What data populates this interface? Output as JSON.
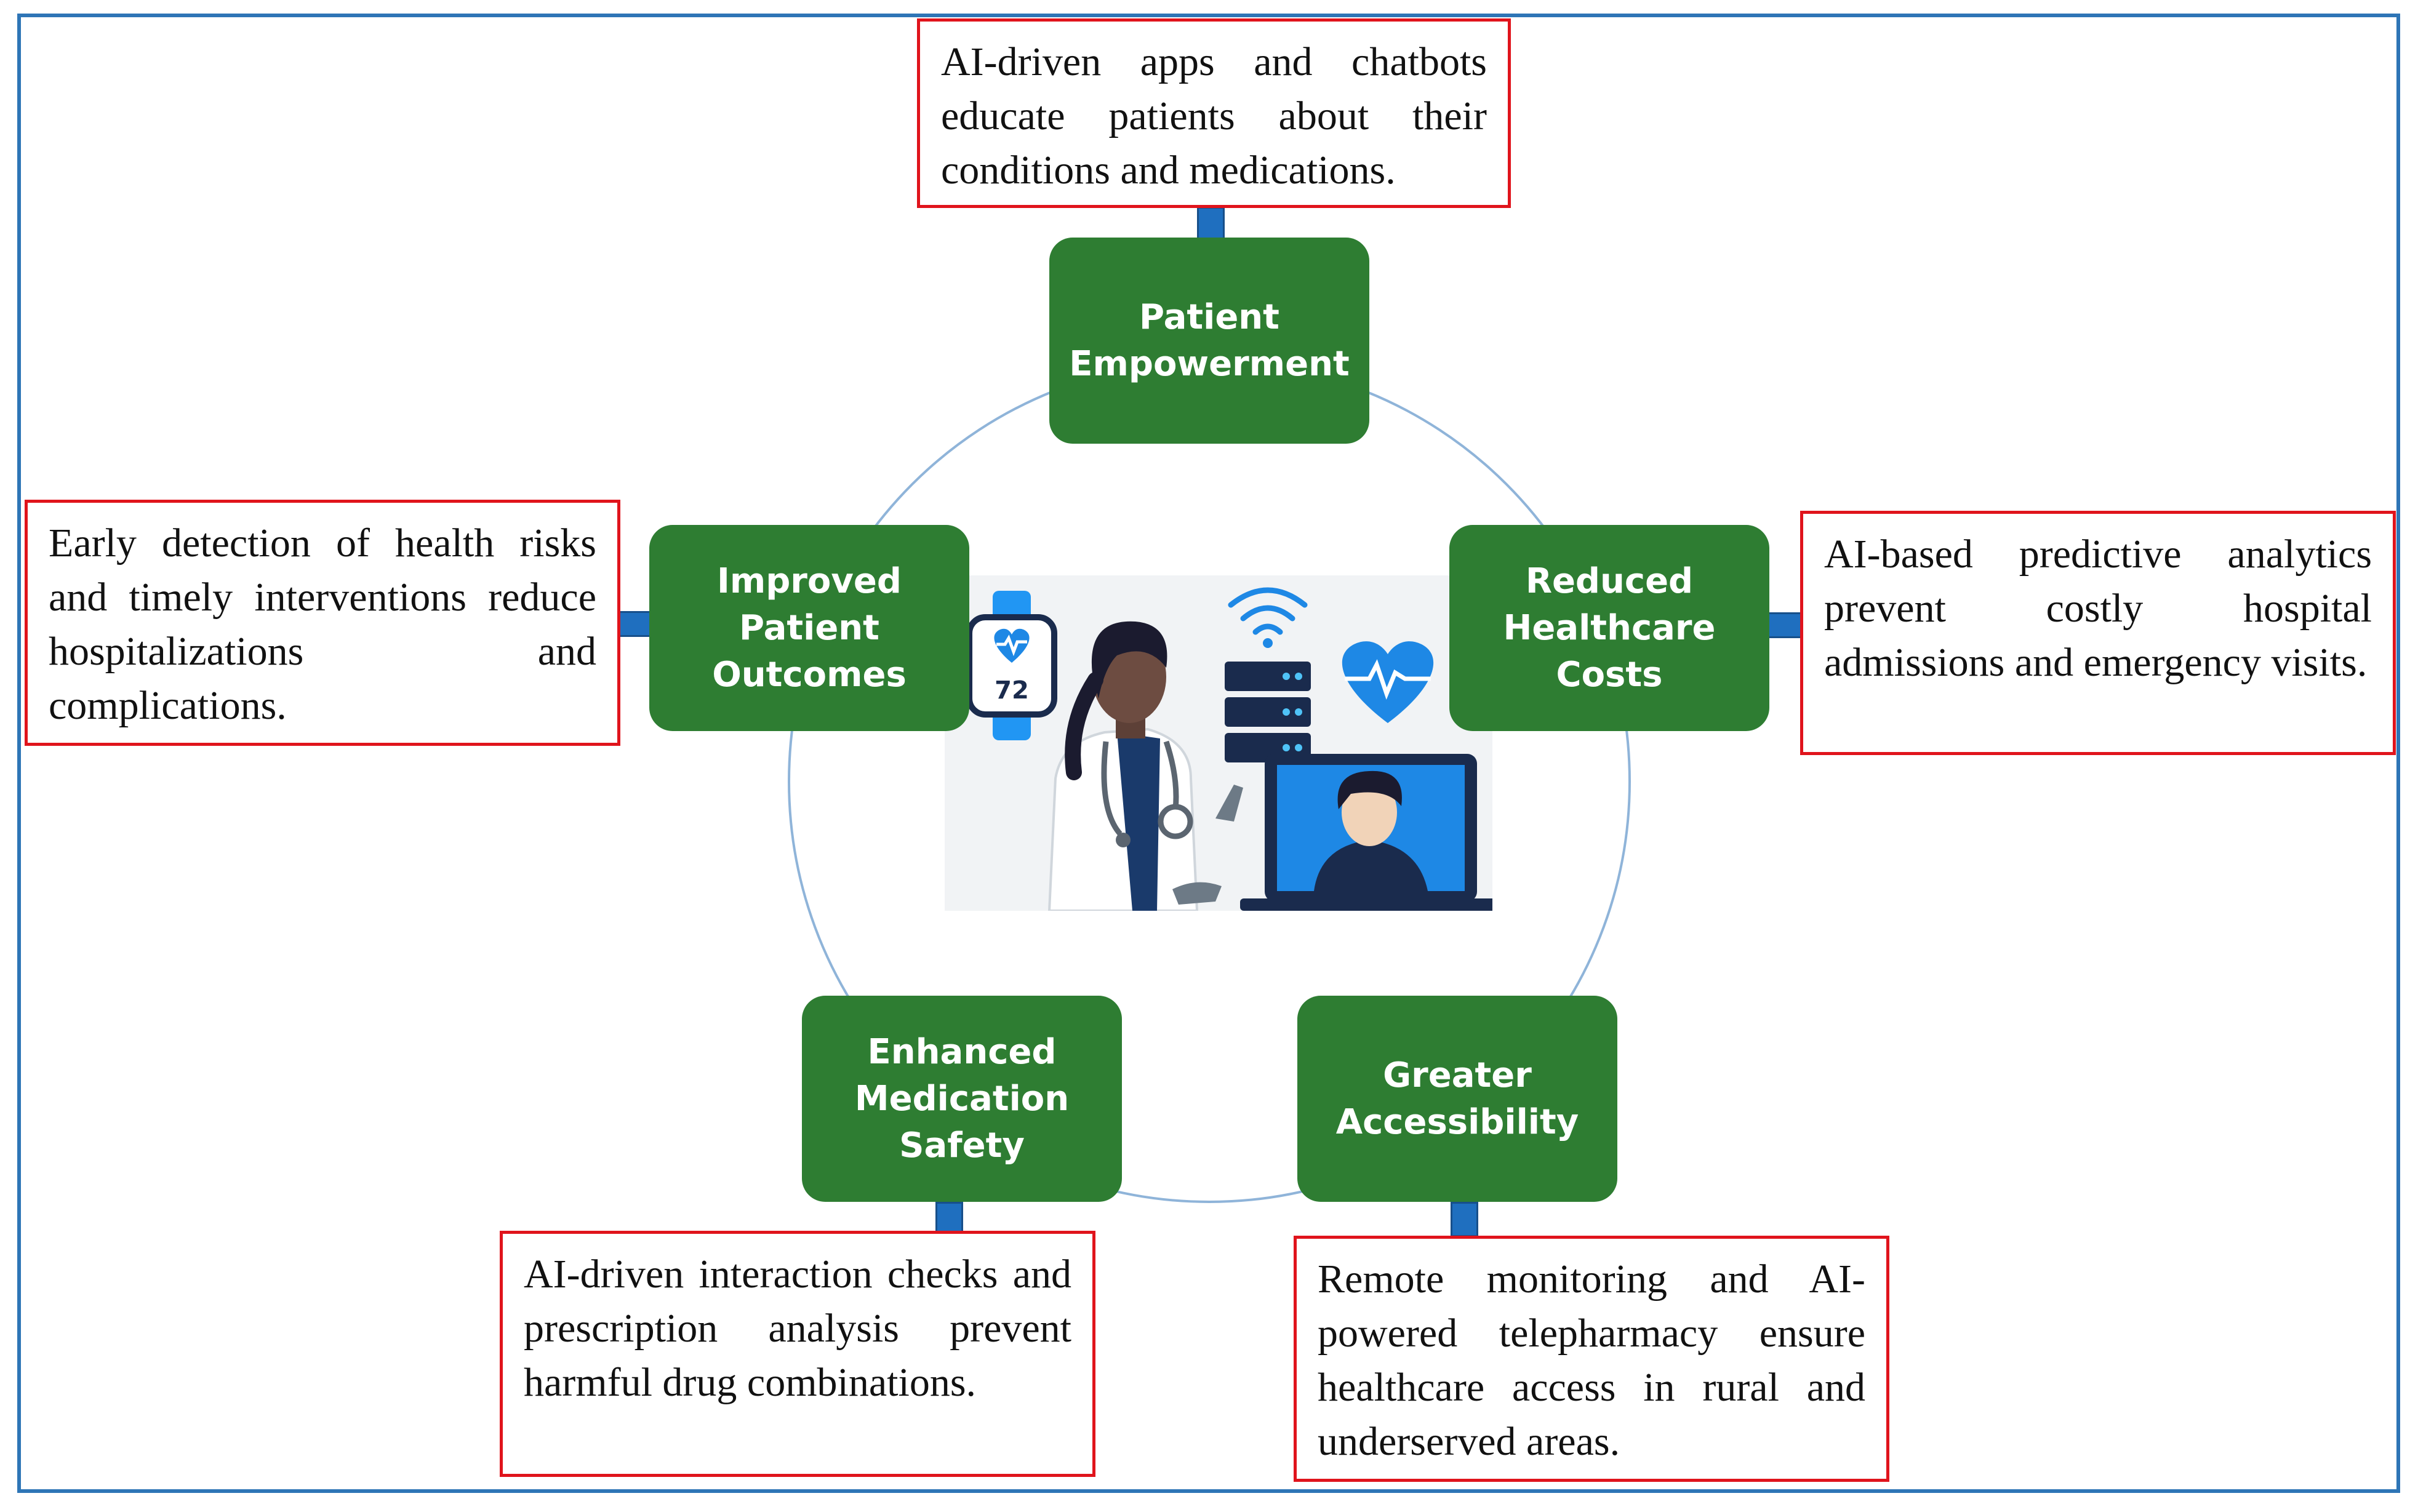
{
  "nodes": {
    "patient_empowerment": "Patient Empowerment",
    "reduced_costs": "Reduced Healthcare Costs",
    "greater_accessibility": "Greater Accessibility",
    "medication_safety": "Enhanced Medication Safety",
    "improved_outcomes": "Improved Patient Outcomes"
  },
  "descriptions": {
    "patient_empowerment": "AI-driven apps and chatbots educate patients about their conditions and medications.",
    "reduced_costs": "AI-based predictive analytics prevent costly hospital admissions and emergency visits.",
    "greater_accessibility": "Remote monitoring and AI-powered telepharmacy ensure healthcare access in rural and underserved areas.",
    "medication_safety": "AI-driven interaction checks and prescription analysis prevent harmful drug combinations.",
    "improved_outcomes": "Early detection of health risks and timely interventions reduce hospitalizations and complications."
  },
  "illustration": {
    "watch_reading": "72"
  },
  "colors": {
    "node_fill": "#2e7d32",
    "box_border": "#e0141c",
    "frame_border": "#2e75b6",
    "connector": "#1f6fbf",
    "ring": "#8fb4d9"
  }
}
